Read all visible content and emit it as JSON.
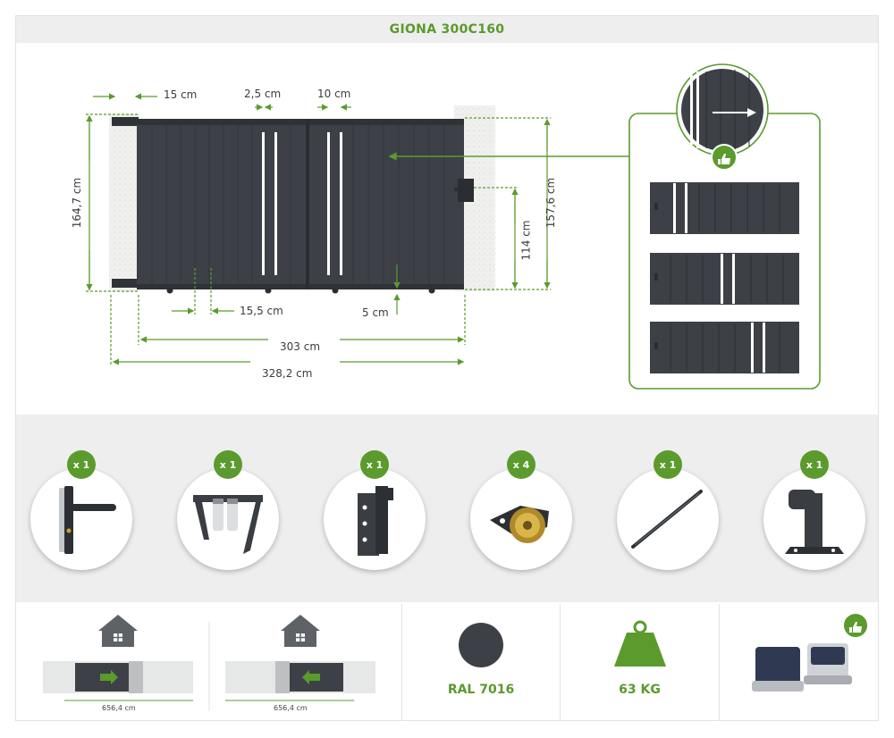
{
  "title": "GIONA 300C160",
  "dimensions": {
    "post_width": "15 cm",
    "bar_gap": "2,5 cm",
    "bar_spacing": "10 cm",
    "total_height": "164,7 cm",
    "leaf_height": "157,6 cm",
    "lock_height": "114 cm",
    "bottom_gap": "5 cm",
    "latch_offset": "15,5 cm",
    "leaf_width": "303 cm",
    "total_width": "328,2 cm"
  },
  "accessories": [
    {
      "name": "handle",
      "qty": "x 1",
      "icon": "handle-icon"
    },
    {
      "name": "guide",
      "qty": "x 1",
      "icon": "guide-roller-icon"
    },
    {
      "name": "latch",
      "qty": "x 1",
      "icon": "latch-plate-icon"
    },
    {
      "name": "wheel",
      "qty": "x 4",
      "icon": "wheel-icon"
    },
    {
      "name": "rail",
      "qty": "x 1",
      "icon": "rail-icon"
    },
    {
      "name": "stop",
      "qty": "x 1",
      "icon": "stop-post-icon"
    }
  ],
  "bottom": {
    "opening_left_dim": "656,4 cm",
    "opening_right_dim": "656,4 cm",
    "color_label": "RAL 7016",
    "weight_label": "63 KG"
  },
  "colors": {
    "accent": "#5b9b2d",
    "gate": "#3d4147",
    "background_band": "#eeeeee"
  }
}
